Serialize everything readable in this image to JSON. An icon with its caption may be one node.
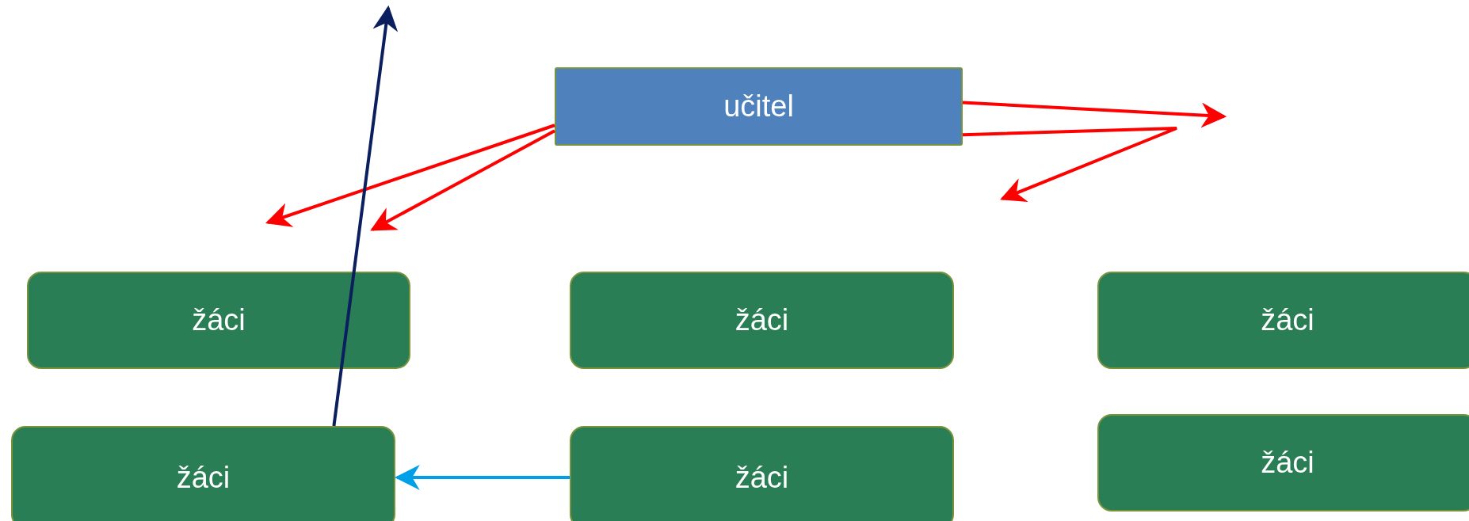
{
  "diagram": {
    "nodes": [
      {
        "text": [
          "učitel"
        ]
      },
      {
        "text": [
          "žáci"
        ]
      },
      {
        "text": [
          "žáci"
        ]
      },
      {
        "text": [
          "žáci"
        ]
      },
      {
        "text": [
          "žáci"
        ]
      },
      {
        "text": [
          "žáci"
        ]
      },
      {
        "text": [
          "žáci"
        ]
      }
    ],
    "edges": [
      {
        "from": 0,
        "to": null,
        "arrow": "to"
      },
      {
        "from": 0,
        "to": null,
        "arrow": "to"
      },
      {
        "from": 0,
        "to": null,
        "arrow": "to"
      },
      {
        "from": 0,
        "to": null,
        "arrow": "to"
      },
      {
        "from": 4,
        "to": null,
        "arrow": "to",
        "color": "#0b1f5e"
      },
      {
        "from": 5,
        "to": 4,
        "arrow": "to",
        "color": "#00a0e8"
      }
    ]
  }
}
